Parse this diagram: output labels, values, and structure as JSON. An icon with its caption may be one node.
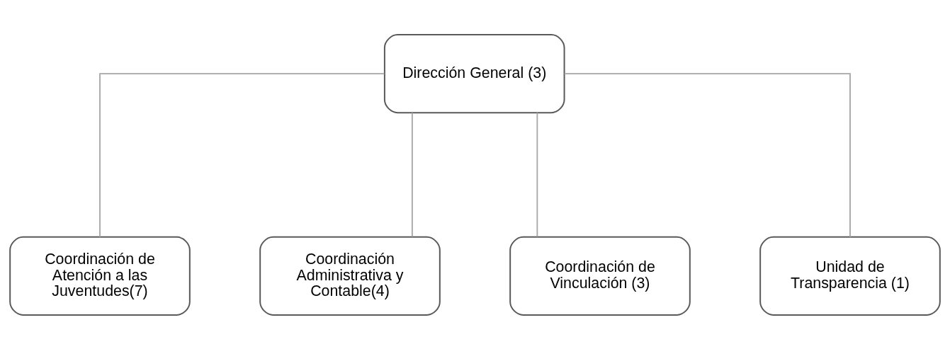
{
  "diagram": {
    "nodes": [
      {
        "text": [
          "Dirección General (3)"
        ]
      },
      {
        "text": [
          "Coordinación de Atención a las Juventudes(7)"
        ]
      },
      {
        "text": [
          "Coordinación Administrativa y Contable(4)"
        ]
      },
      {
        "text": [
          "Coordinación de Vinculación (3)"
        ]
      },
      {
        "text": [
          "Unidad de Transparencia (1)"
        ]
      }
    ],
    "edges": [
      {
        "from": 0,
        "to": 1,
        "arrow": "none"
      },
      {
        "from": 0,
        "to": 2,
        "arrow": "none"
      },
      {
        "from": 0,
        "to": 3,
        "arrow": "none"
      },
      {
        "from": 0,
        "to": 4,
        "arrow": "none"
      }
    ]
  }
}
